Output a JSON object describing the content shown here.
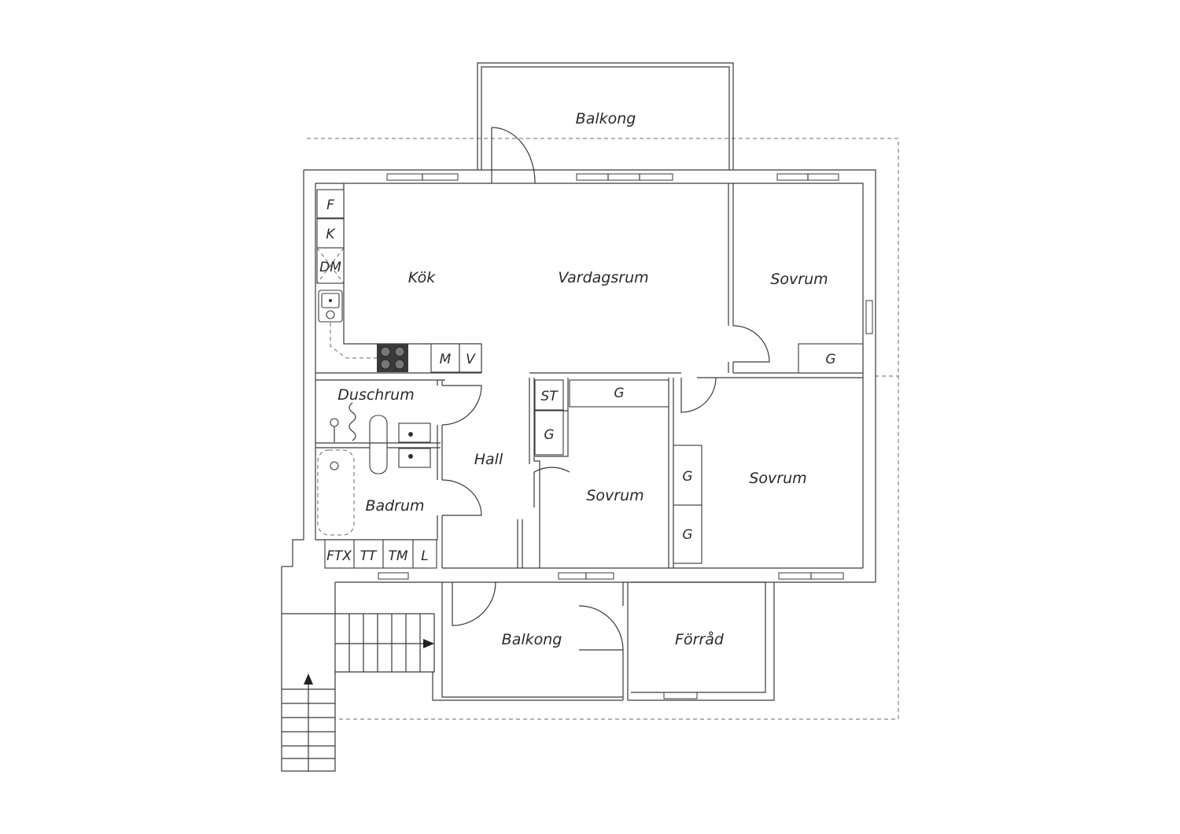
{
  "rooms": {
    "balkong_top": "Balkong",
    "kok": "Kök",
    "vardagsrum": "Vardagsrum",
    "sovrum_ne": "Sovrum",
    "duschrum": "Duschrum",
    "hall": "Hall",
    "badrum": "Badrum",
    "sovrum_mid": "Sovrum",
    "sovrum_e": "Sovrum",
    "balkong_bottom": "Balkong",
    "forrad": "Förråd"
  },
  "fixtures": {
    "fridge": "F",
    "freezer": "K",
    "dishwasher": "DM",
    "microwave": "M",
    "wine": "V",
    "closet_ne": "G",
    "storage_st": "ST",
    "closet_hall": "G",
    "closet_mid_top": "G",
    "closet_e_1": "G",
    "closet_e_2": "G",
    "ftx": "FTX",
    "tt": "TT",
    "tm": "TM",
    "l": "L"
  }
}
